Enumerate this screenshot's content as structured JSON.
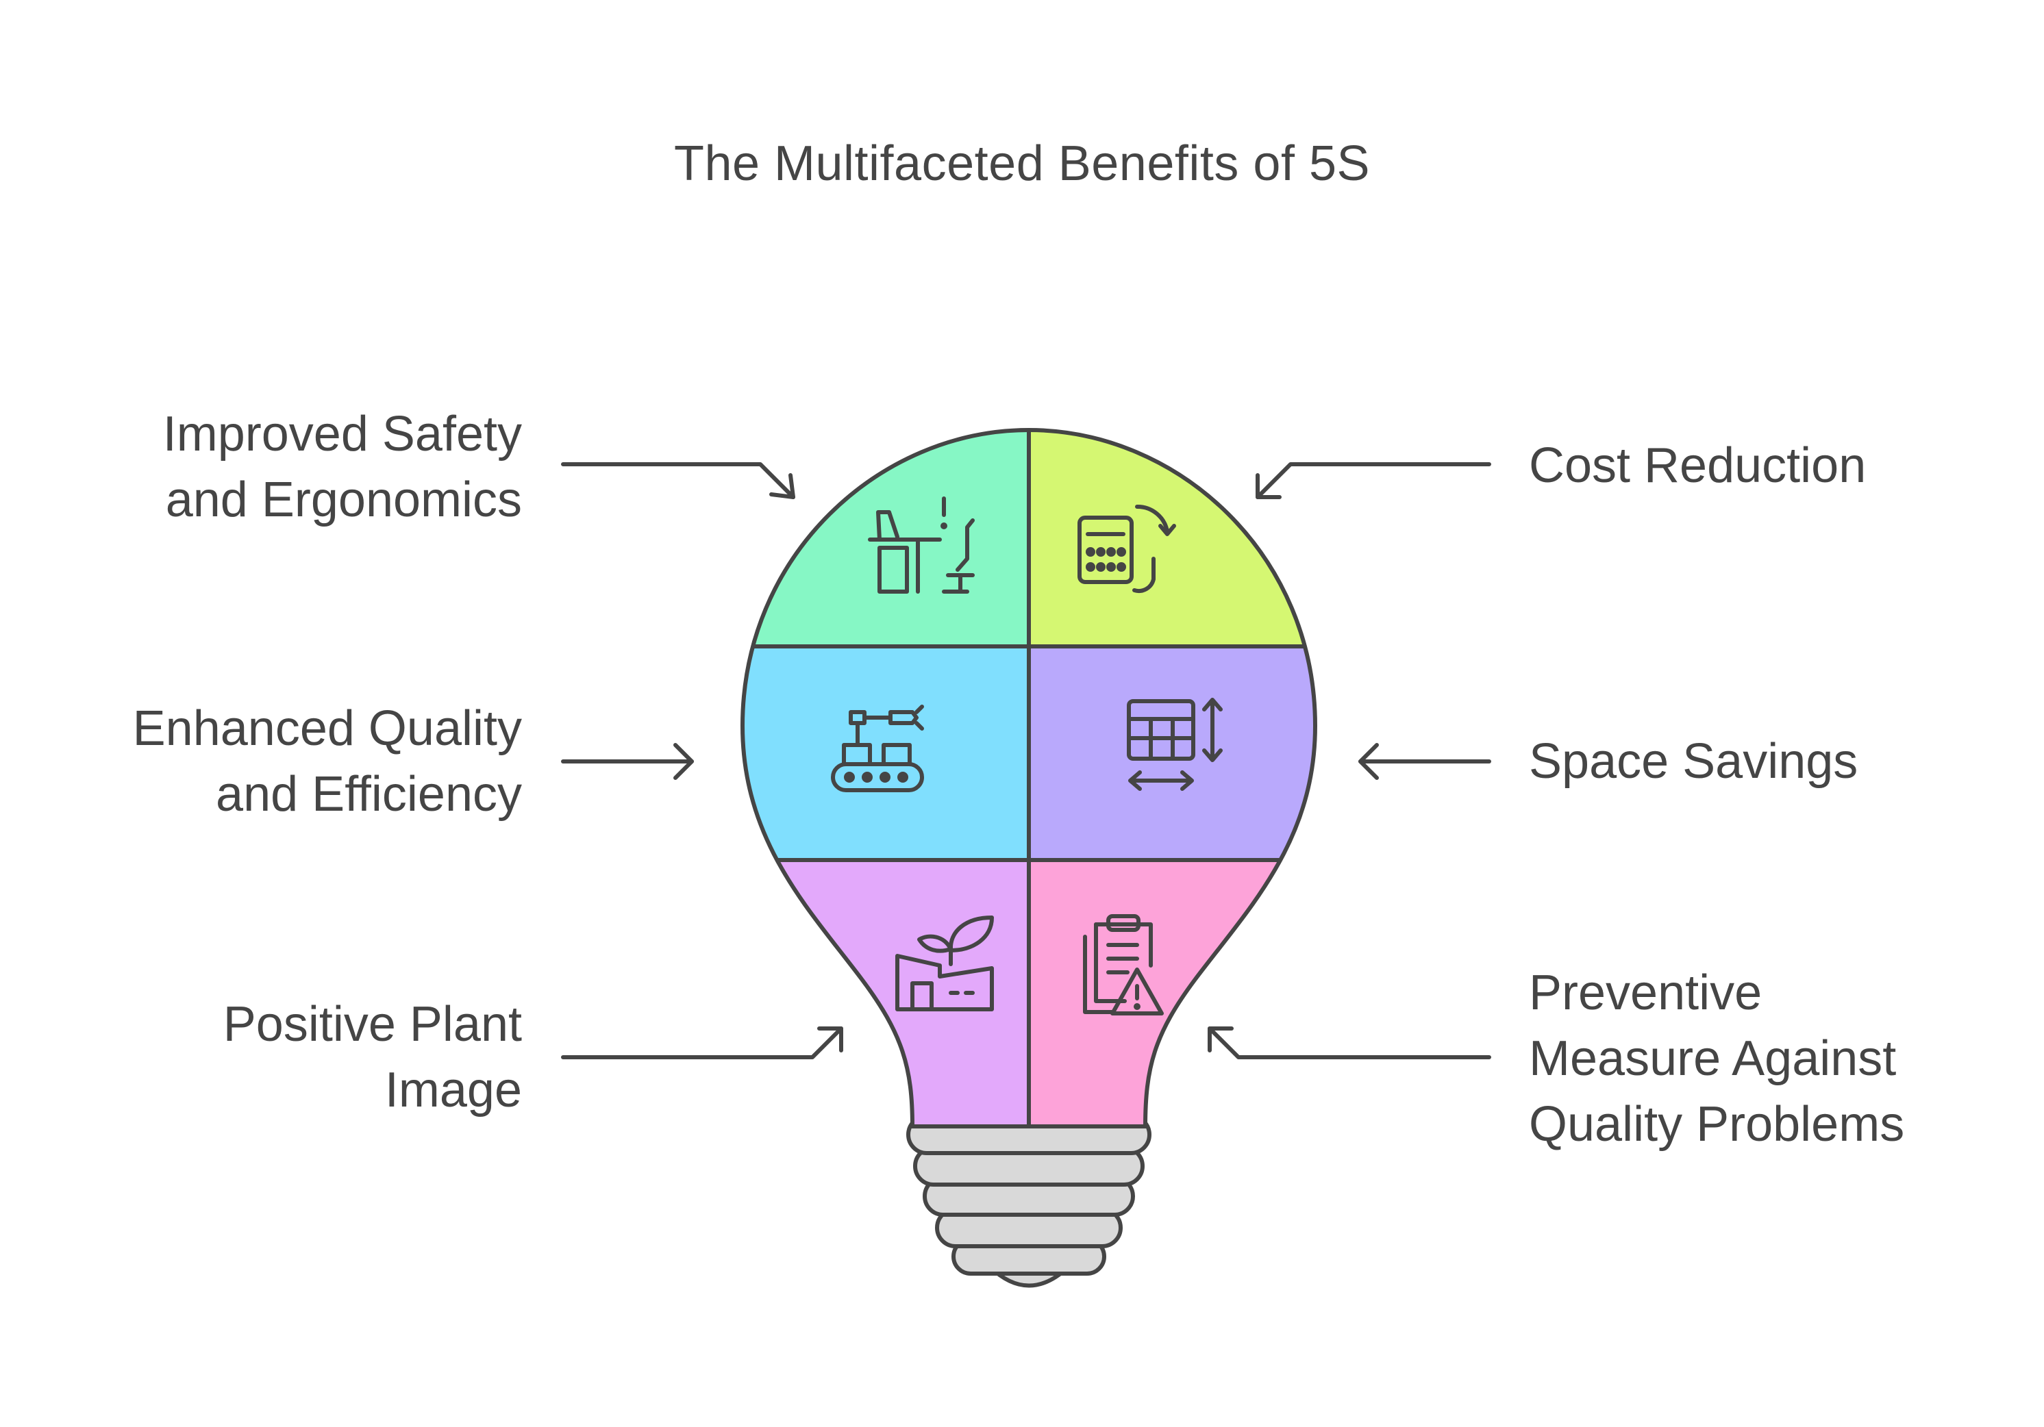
{
  "title": "The Multifaceted Benefits of 5S",
  "colors": {
    "outline": "#454545",
    "safety": "#86f7c5",
    "cost": "#d5f772",
    "quality": "#80dffe",
    "space": "#b9a9fc",
    "image": "#e3a9fb",
    "preventive": "#fda3d9",
    "base": "#d9d9d9"
  },
  "benefits": {
    "safety": {
      "label": "Improved Safety\nand Ergonomics",
      "icon": "desk-chair-warning-icon"
    },
    "cost": {
      "label": "Cost Reduction",
      "icon": "calculator-cycle-icon"
    },
    "quality": {
      "label": "Enhanced Quality\nand Efficiency",
      "icon": "robotic-conveyor-icon"
    },
    "space": {
      "label": "Space Savings",
      "icon": "grid-resize-icon"
    },
    "image": {
      "label": "Positive Plant\nImage",
      "icon": "factory-sprout-icon"
    },
    "preventive": {
      "label": "Preventive\nMeasure Against\nQuality Problems",
      "icon": "clipboard-warning-icon"
    }
  }
}
